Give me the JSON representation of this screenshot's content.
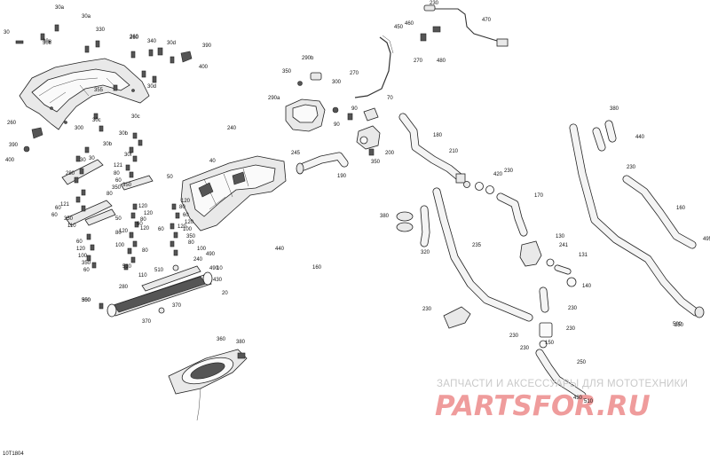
{
  "diagram": {
    "reference": "10T1804",
    "labels": [
      "30a",
      "30",
      "330",
      "30a",
      "30e",
      "260",
      "340",
      "30d",
      "390",
      "400",
      "290b",
      "350",
      "300",
      "270",
      "450",
      "460",
      "470",
      "230",
      "270",
      "480",
      "290a",
      "70",
      "90",
      "90",
      "200",
      "350",
      "180",
      "210",
      "230",
      "420",
      "170",
      "380",
      "440",
      "230",
      "160",
      "495",
      "250",
      "240",
      "190",
      "245",
      "40",
      "355",
      "30d",
      "260",
      "390",
      "400",
      "260",
      "30e",
      "30c",
      "30c",
      "30b",
      "30b",
      "30",
      "280",
      "121",
      "80",
      "60",
      "50",
      "350",
      "30",
      "300",
      "350",
      "30f",
      "80",
      "60",
      "121",
      "60",
      "350",
      "50",
      "110",
      "120",
      "120",
      "80",
      "60",
      "120",
      "80",
      "60",
      "120",
      "100",
      "350",
      "60",
      "120",
      "80",
      "100",
      "510",
      "110",
      "120",
      "80",
      "60",
      "120",
      "100",
      "350",
      "60",
      "120",
      "80",
      "100",
      "240",
      "490",
      "10",
      "490",
      "510",
      "430",
      "280",
      "350",
      "440",
      "160",
      "380",
      "235",
      "320",
      "230",
      "130",
      "241",
      "131",
      "140",
      "230",
      "230",
      "150",
      "230",
      "230",
      "250",
      "430",
      "510",
      "500",
      "500",
      "370",
      "20",
      "370",
      "360",
      "380"
    ]
  },
  "watermark": {
    "line1": "ЗАПЧАСТИ И АКСЕССУАРЫ ДЛЯ МОТОТЕХНИКИ",
    "line2": "PARTSFOR.RU"
  }
}
